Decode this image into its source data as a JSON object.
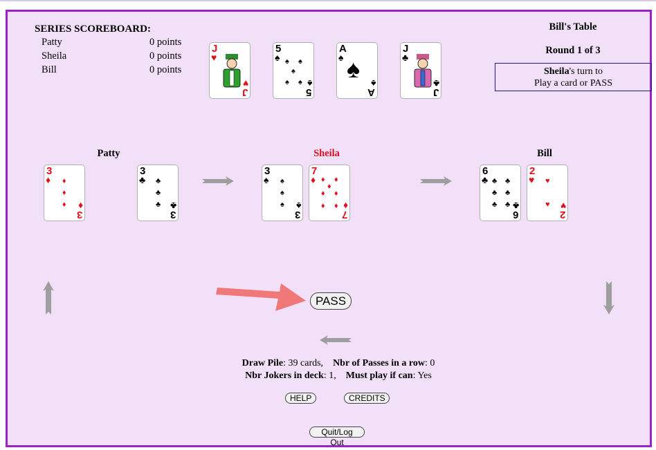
{
  "scoreboard": {
    "title": "SERIES SCOREBOARD:",
    "rows": [
      {
        "name": "Patty",
        "points": "0 points"
      },
      {
        "name": "Sheila",
        "points": "0 points"
      },
      {
        "name": "Bill",
        "points": "0 points"
      }
    ]
  },
  "table": {
    "title": "Bill's Table",
    "round": "Round 1 of 3",
    "turn_player": "Sheila",
    "turn_suffix": "'s turn to",
    "turn_action": "Play a card or PASS"
  },
  "top_cards": [
    {
      "rank": "J",
      "suit": "♥",
      "color": "#e0101e",
      "face": true
    },
    {
      "rank": "5",
      "suit": "♠",
      "color": "#000000",
      "face": false
    },
    {
      "rank": "A",
      "suit": "♠",
      "color": "#000000",
      "face": false
    },
    {
      "rank": "J",
      "suit": "♣",
      "color": "#000000",
      "face": true
    }
  ],
  "players": [
    {
      "name": "Patty",
      "color": "#000000"
    },
    {
      "name": "Sheila",
      "color": "#e0101e"
    },
    {
      "name": "Bill",
      "color": "#000000"
    }
  ],
  "table_cards": [
    {
      "rank": "3",
      "suit": "♦",
      "color": "#e0101e"
    },
    {
      "rank": "3",
      "suit": "♣",
      "color": "#000000"
    },
    {
      "rank": "3",
      "suit": "♠",
      "color": "#000000"
    },
    {
      "rank": "7",
      "suit": "♦",
      "color": "#e0101e"
    },
    {
      "rank": "6",
      "suit": "♣",
      "color": "#000000"
    },
    {
      "rank": "2",
      "suit": "♥",
      "color": "#e0101e"
    }
  ],
  "buttons": {
    "pass": "PASS",
    "help": "HELP",
    "credits": "CREDITS",
    "quit": "Quit/Log Out"
  },
  "status": {
    "draw_pile_label": "Draw Pile",
    "draw_pile_value": ": 39 cards,",
    "passes_label": "Nbr of Passes in a row",
    "passes_value": ": 0",
    "jokers_label": "Nbr Jokers in deck",
    "jokers_value": ": 1,",
    "must_play_label": "Must play if can",
    "must_play_value": ": Yes"
  },
  "colors": {
    "frame_border": "#9b22c8",
    "background": "#f1e0f8",
    "arrow_gray": "#9e9e9e",
    "pointer_arrow": "#f07878"
  }
}
